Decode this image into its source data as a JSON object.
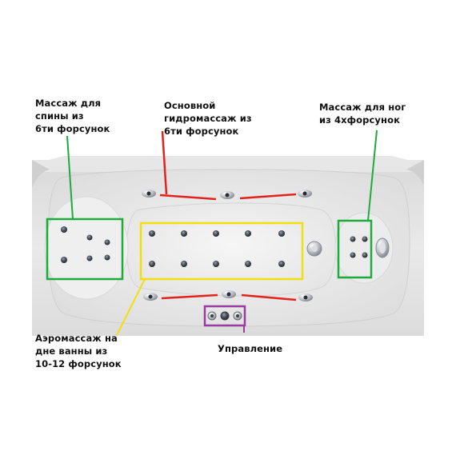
{
  "callouts": {
    "back": {
      "lines": [
        "Массаж для",
        "спины из",
        "6ти форсунок"
      ]
    },
    "main": {
      "lines": [
        "Основной",
        "гидромассаж из",
        "6ти форсунок"
      ]
    },
    "legs": {
      "lines": [
        "Массаж для ног",
        "из 4хфорсунок"
      ]
    },
    "aero": {
      "lines": [
        "Аэромассаж на",
        "дне ванны из",
        "10-12 форсунок"
      ]
    },
    "control": {
      "lines": [
        "Управление"
      ]
    }
  },
  "colors": {
    "back_zone": "#1faa3c",
    "legs_zone": "#1faa3c",
    "main_zone": "#e0241c",
    "aero_zone": "#f0e010",
    "control_zone": "#9b3aa0",
    "tub_surface": "#eeeeee"
  },
  "icons": {
    "nozzle": "jet-nozzle-icon",
    "drain": "drain-icon",
    "control": "control-button-icon"
  }
}
